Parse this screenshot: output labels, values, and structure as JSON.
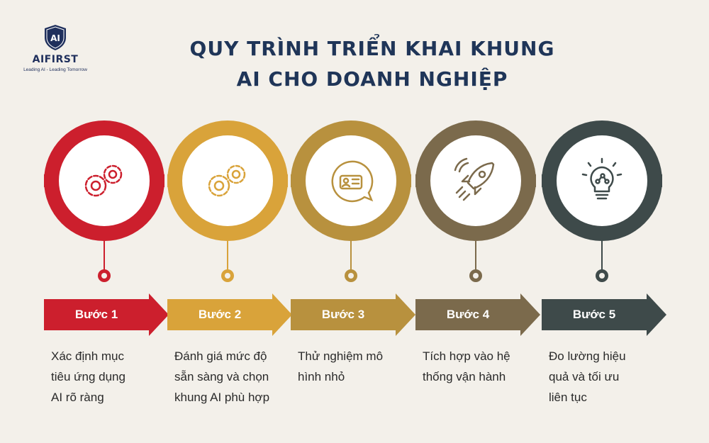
{
  "brand": {
    "name": "AIFIRST",
    "tagline": "Leading AI - Leading Tomorrow",
    "logo_icon": "shield-ai-icon",
    "color": "#1f2f5c"
  },
  "title": {
    "line1": "QUY TRÌNH TRIỂN KHAI KHUNG",
    "line2": "AI CHO DOANH NGHIỆP",
    "color": "#1f3558"
  },
  "background": "#f3f0ea",
  "steps": [
    {
      "label": "Bước 1",
      "desc": [
        "Xác định mục",
        "tiêu ứng dụng",
        "AI rõ ràng"
      ],
      "color": "#cc1f2d",
      "icon": "gears-icon"
    },
    {
      "label": "Bước 2",
      "desc": [
        "Đánh giá mức độ",
        "sẵn sàng và chọn",
        "khung AI phù hợp"
      ],
      "color": "#d9a33a",
      "icon": "gears-icon"
    },
    {
      "label": "Bước 3",
      "desc": [
        "Thử nghiệm mô",
        "hình nhỏ"
      ],
      "color": "#b8913e",
      "icon": "id-chat-icon"
    },
    {
      "label": "Bước 4",
      "desc": [
        "Tích hợp vào hệ",
        "thống vận hành"
      ],
      "color": "#7b6a4c",
      "icon": "rocket-icon"
    },
    {
      "label": "Bước 5",
      "desc": [
        "Đo lường hiệu",
        "quả và tối ưu",
        "liên tục"
      ],
      "color": "#3e4a4a",
      "icon": "lightbulb-icon"
    }
  ]
}
